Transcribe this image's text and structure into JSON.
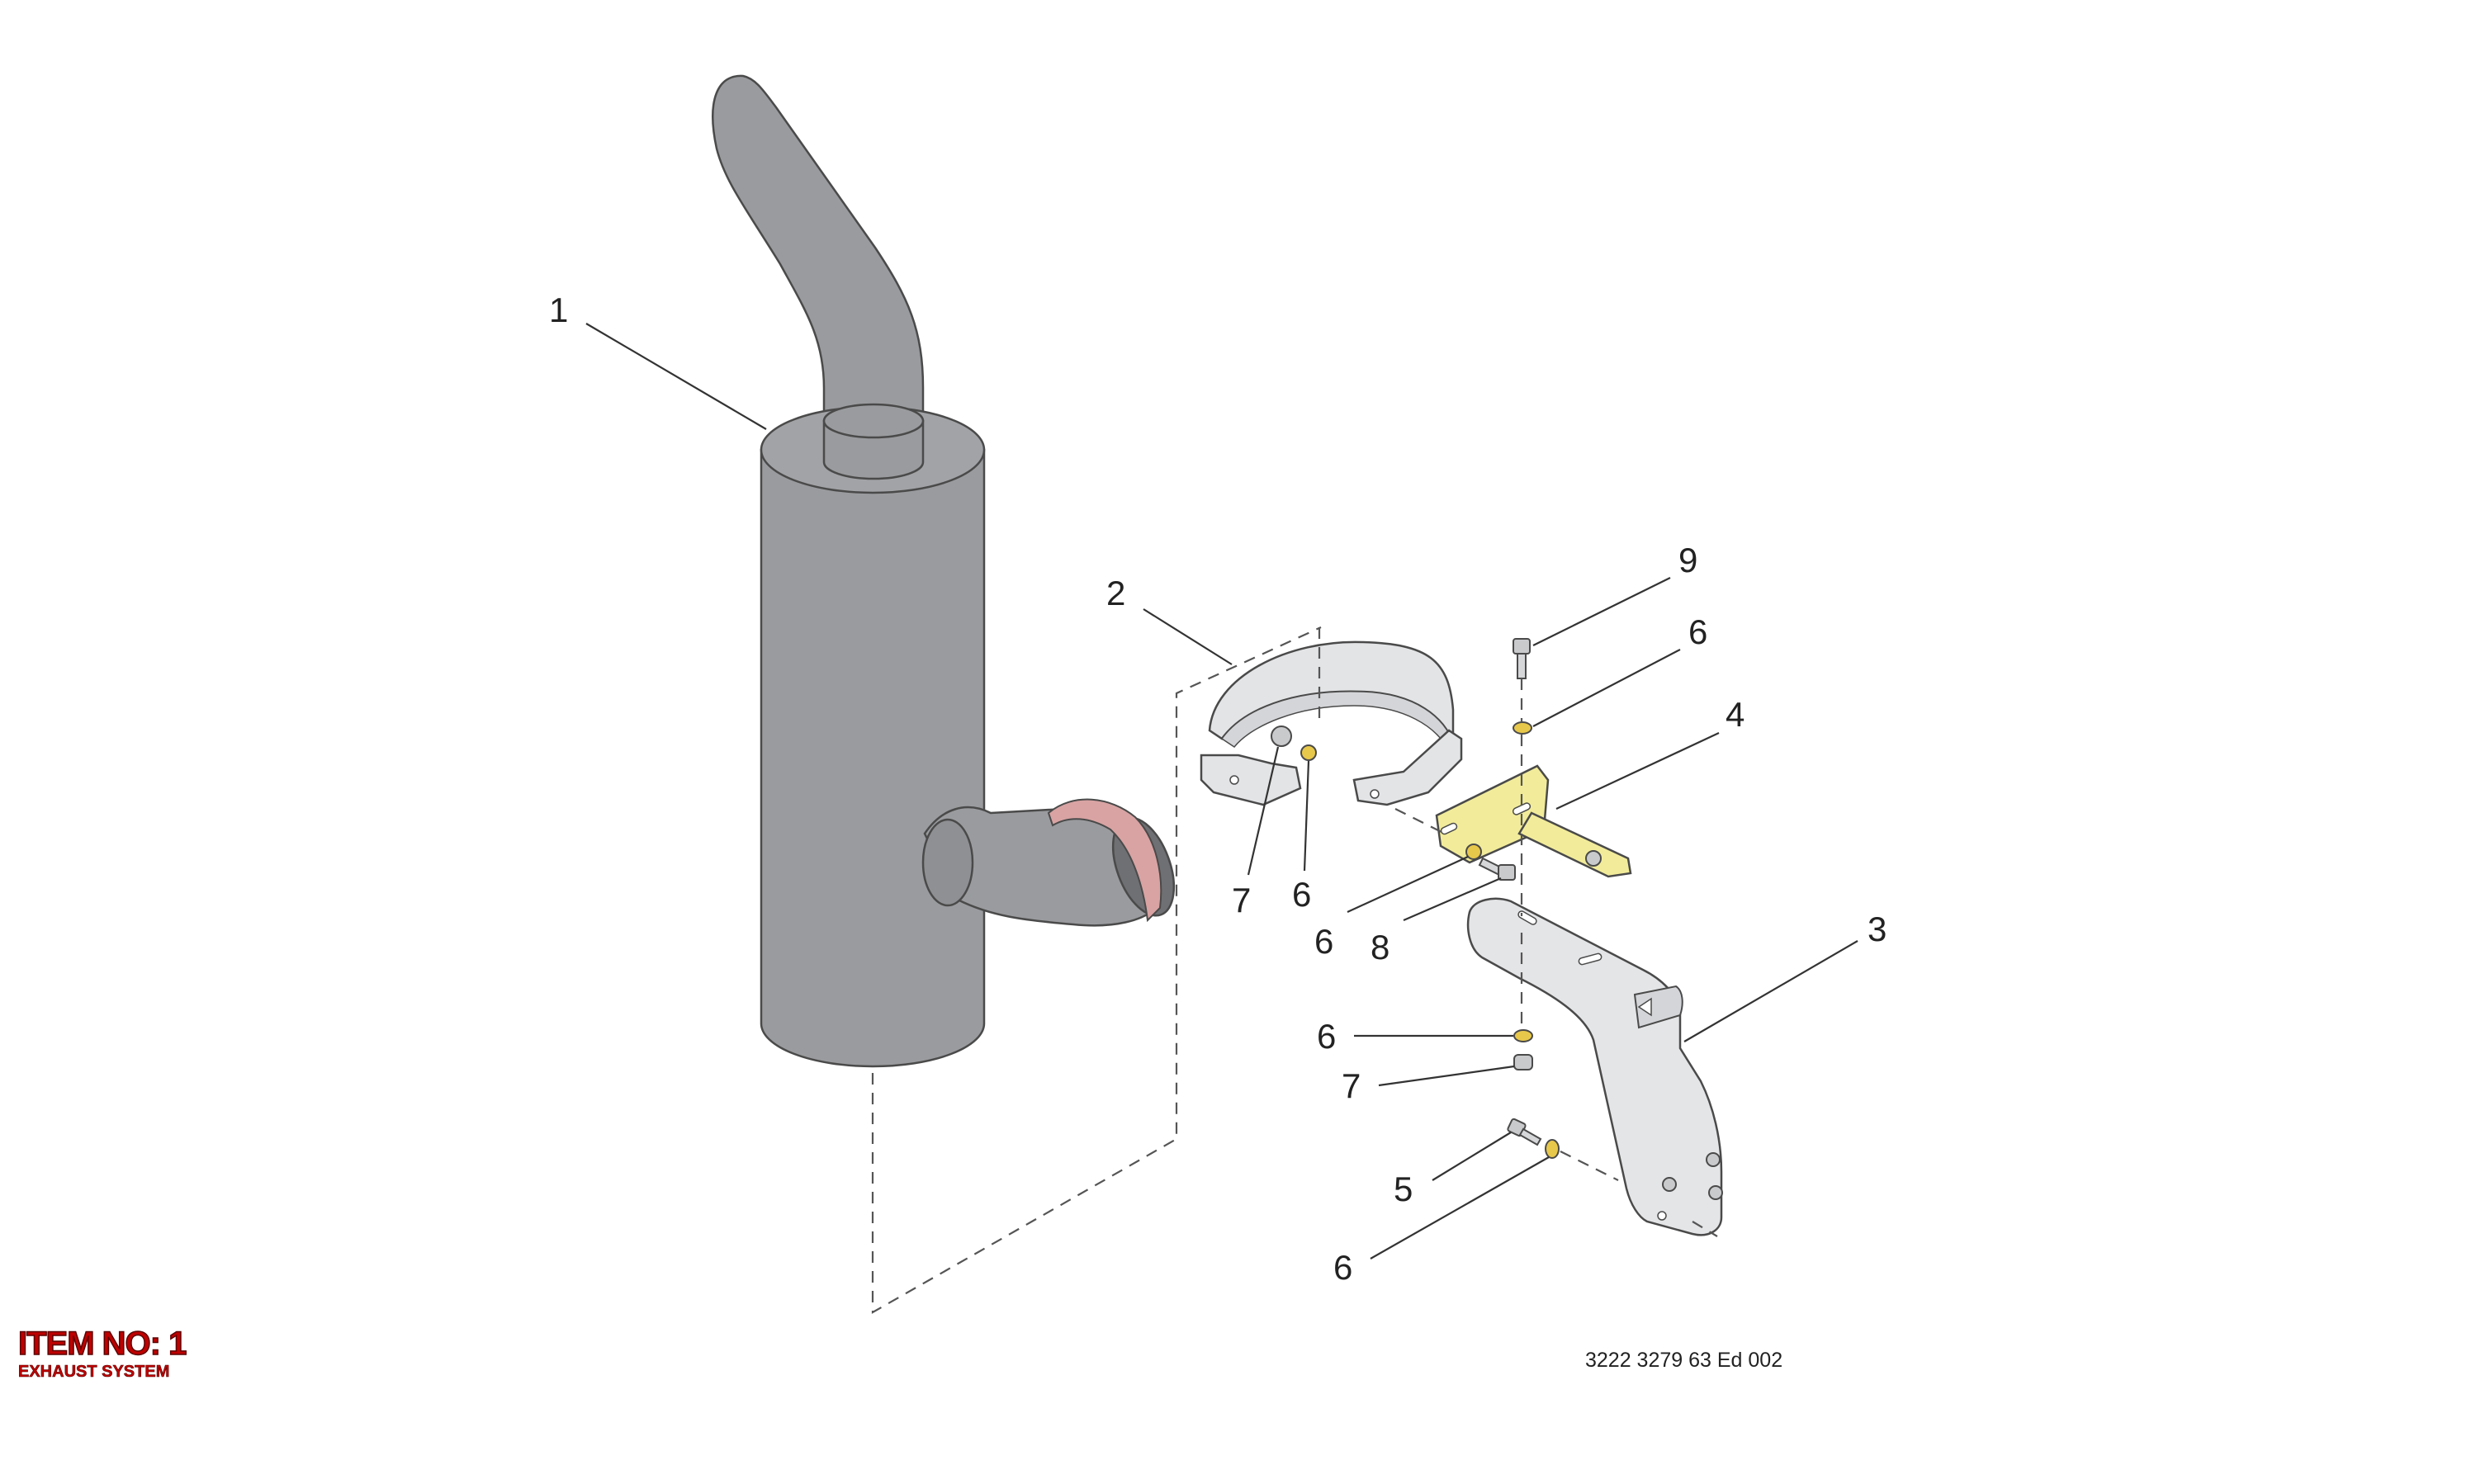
{
  "title_block": {
    "item_no": "ITEM NO: 1",
    "description": "EXHAUST SYSTEM"
  },
  "document_ref": "3222 3279 63 Ed 002",
  "callouts": [
    {
      "id": "c1",
      "label": "1"
    },
    {
      "id": "c2",
      "label": "2"
    },
    {
      "id": "c9",
      "label": "9"
    },
    {
      "id": "c6a",
      "label": "6"
    },
    {
      "id": "c4",
      "label": "4"
    },
    {
      "id": "c7a",
      "label": "7"
    },
    {
      "id": "c6b",
      "label": "6"
    },
    {
      "id": "c6c",
      "label": "6"
    },
    {
      "id": "c8",
      "label": "8"
    },
    {
      "id": "c3",
      "label": "3"
    },
    {
      "id": "c6d",
      "label": "6"
    },
    {
      "id": "c7b",
      "label": "7"
    },
    {
      "id": "c5",
      "label": "5"
    },
    {
      "id": "c6e",
      "label": "6"
    }
  ],
  "colors": {
    "muffler": "#9a9b9e",
    "clamp": "#e3e4e6",
    "bracket_4": "#f2ec9a",
    "bracket_3": "#e4e5e7",
    "gasket": "#d9a3a3",
    "washer": "#e8c84a",
    "title_red": "#c00000"
  }
}
